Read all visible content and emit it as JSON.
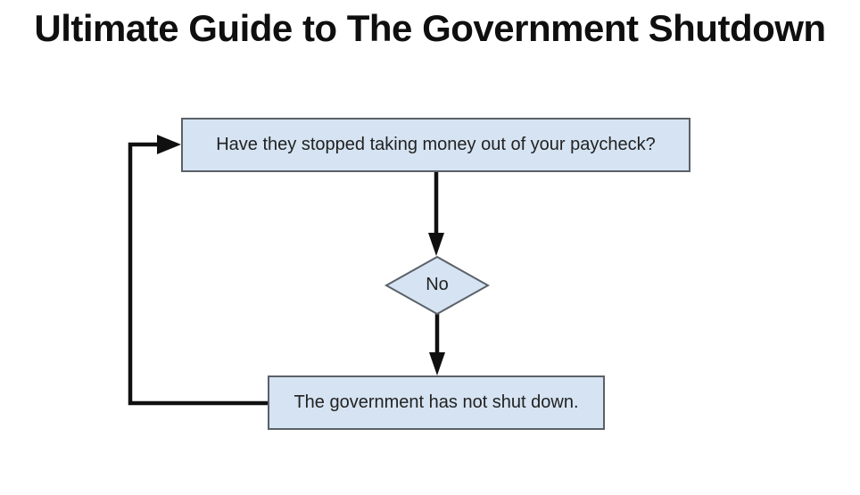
{
  "page": {
    "title": "Ultimate Guide to The Government Shutdown"
  },
  "colors": {
    "background": "#ffffff",
    "node_fill": "#d5e3f2",
    "node_border": "#5a6168",
    "connector": "#101010",
    "node_text": "#222222",
    "title_text": "#0f0f0f"
  },
  "flowchart": {
    "question_label": "Have they stopped taking money out of your paycheck?",
    "decision_label": "No",
    "result_label": "The government has not shut down."
  }
}
